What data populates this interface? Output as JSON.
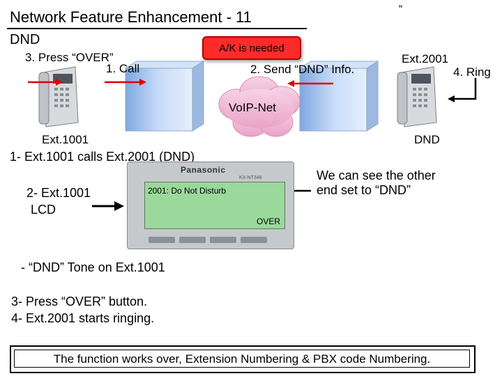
{
  "header": {
    "title": "Network Feature Enhancement - 11",
    "quote_mark": "“",
    "feature": "DND"
  },
  "steps": {
    "step3_label": "3. Press “OVER”",
    "step1_label": "1. Call",
    "ak_needed": "A/K is needed",
    "step2_label": "2. Send “DND” Info.",
    "ext2001_label": "Ext.2001",
    "step4_label": "4. Ring",
    "cloud_label": "VoIP-Net",
    "ext1001_label": "Ext.1001",
    "ext2001_status": "DND"
  },
  "description": {
    "line1": "1- Ext.1001 calls Ext.2001 (DND)",
    "line2a": "2- Ext.1001",
    "line2b": "LCD",
    "dnd_tone": "- “DND” Tone on Ext.1001",
    "line3": "3- Press “OVER” button.",
    "line4": "4- Ext.2001 starts ringing.",
    "see_text": "We can see the other end set to “DND”"
  },
  "lcd": {
    "brand": "Panasonic",
    "model": "KX-NT346",
    "line1": "2001: Do Not Disturb",
    "line2": "OVER"
  },
  "footer": {
    "text": "The function works over, Extension Numbering & PBX code Numbering."
  },
  "colors": {
    "ak_box": "#ff2b2b",
    "cloud": "#f2b8d8",
    "lcd_screen": "#9bd89b",
    "arrow_red": "#e00000",
    "server_blue": "#a9c6f0"
  }
}
